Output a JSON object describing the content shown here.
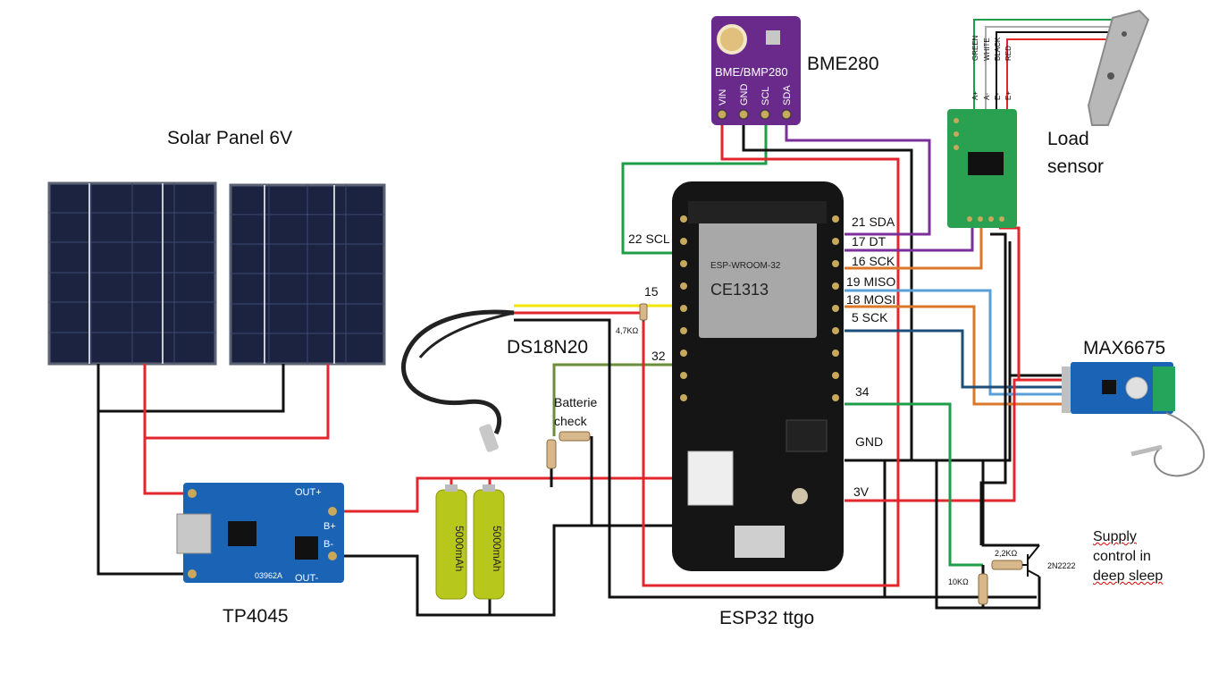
{
  "titles": {
    "solar": "Solar Panel 6V",
    "bme": "BME280",
    "load": "Load sensor",
    "max": "MAX6675",
    "ds": "DS18N20",
    "tp": "TP4045",
    "esp": "ESP32 ttgo"
  },
  "pins": {
    "sda": "21 SDA",
    "dt": "17 DT",
    "sck16": "16 SCK",
    "miso": "19 MISO",
    "mosi": "18 MOSI",
    "sck5": "5 SCK",
    "scl": "22 SCL",
    "p15": "15",
    "p32": "32",
    "p34": "34",
    "gnd": "GND",
    "v3": "3V"
  },
  "components": {
    "r47": "4,7KΩ",
    "r22": "2,2KΩ",
    "r10": "10KΩ",
    "transistor": "2N2222",
    "battery_check": "Batterie check"
  },
  "notes": {
    "supply_line1": "Supply",
    "supply_line2": "control in",
    "supply_line3": "deep sleep"
  },
  "board_text": {
    "bme_name": "BME/BMP280",
    "bme_pins": [
      "VIN",
      "GND",
      "SCL",
      "SDA"
    ],
    "hx_wires": [
      "GREEN",
      "WHITE",
      "BLACK",
      "RED"
    ],
    "hx_terms": [
      "A+",
      "A-",
      "E-",
      "E+"
    ],
    "esp_module": "ESP-WROOM-32",
    "esp_ce": "CE1313",
    "tp_out_plus": "OUT+",
    "tp_out_minus": "OUT-",
    "tp_b_plus": "B+",
    "tp_b_minus": "B-",
    "tp_code": "03962A",
    "battery_label": "5000mAh"
  },
  "colors": {
    "wire_red": "#e3262c",
    "wire_black": "#111111",
    "wire_green": "#1f9e4a",
    "wire_purple": "#7b2f9b",
    "wire_orange": "#d9772a",
    "wire_blue": "#5aa0d8",
    "wire_navy": "#1e4f7a",
    "wire_yellow": "#f2e600",
    "wire_olive": "#6b8e3a",
    "board_purple": "#6a2a8c",
    "board_blue": "#1b63b5",
    "board_green": "#2aa150",
    "esp_black": "#151515"
  }
}
